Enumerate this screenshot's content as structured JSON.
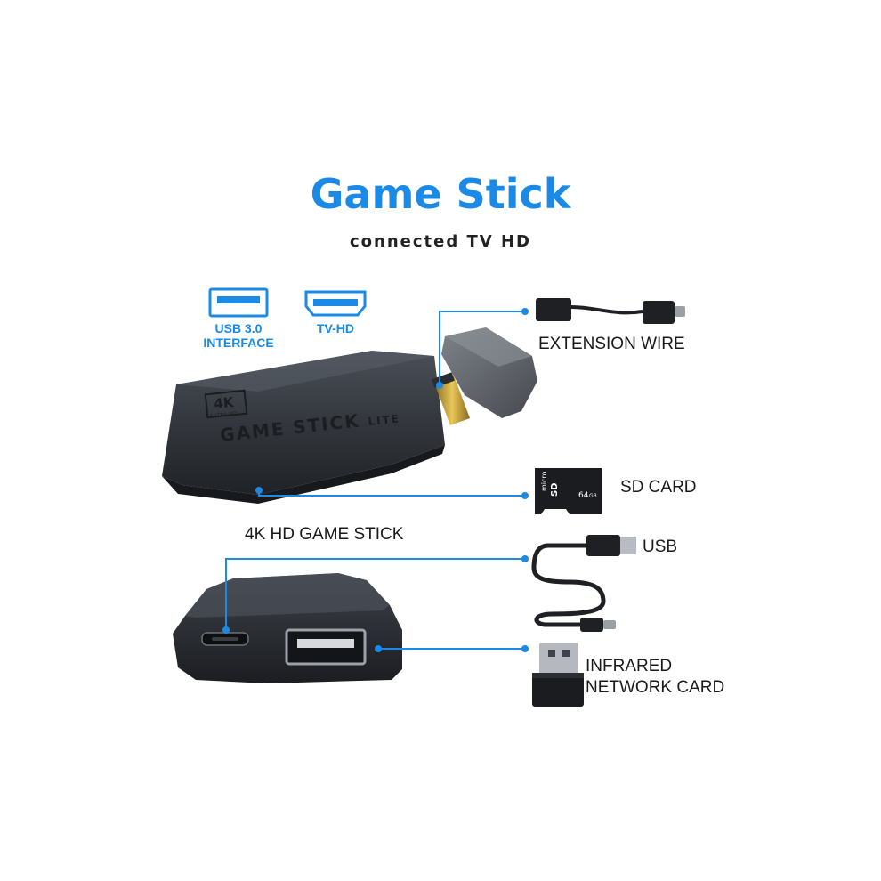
{
  "header": {
    "title": "Game Stick",
    "subtitle": "connected TV HD"
  },
  "icons": {
    "usb": {
      "line1": "USB 3.0",
      "line2": "INTERFACE"
    },
    "hdmi": {
      "line1": "TV-HD"
    }
  },
  "stick": {
    "badge_top": "4K",
    "badge_bottom": "ULTRA HD",
    "brand": "GAME STICK",
    "sub": "LITE"
  },
  "sdcard": {
    "l1": "micro",
    "l2": "SD",
    "l3": "64",
    "l4": "GB"
  },
  "labels": {
    "extension": "EXTENSION WIRE",
    "sd": "SD CARD",
    "stick": "4K HD GAME STICK",
    "usb": "USB",
    "infrared_1": "INFRARED",
    "infrared_2": "NETWORK CARD"
  },
  "colors": {
    "accent": "#1a8ae6"
  }
}
